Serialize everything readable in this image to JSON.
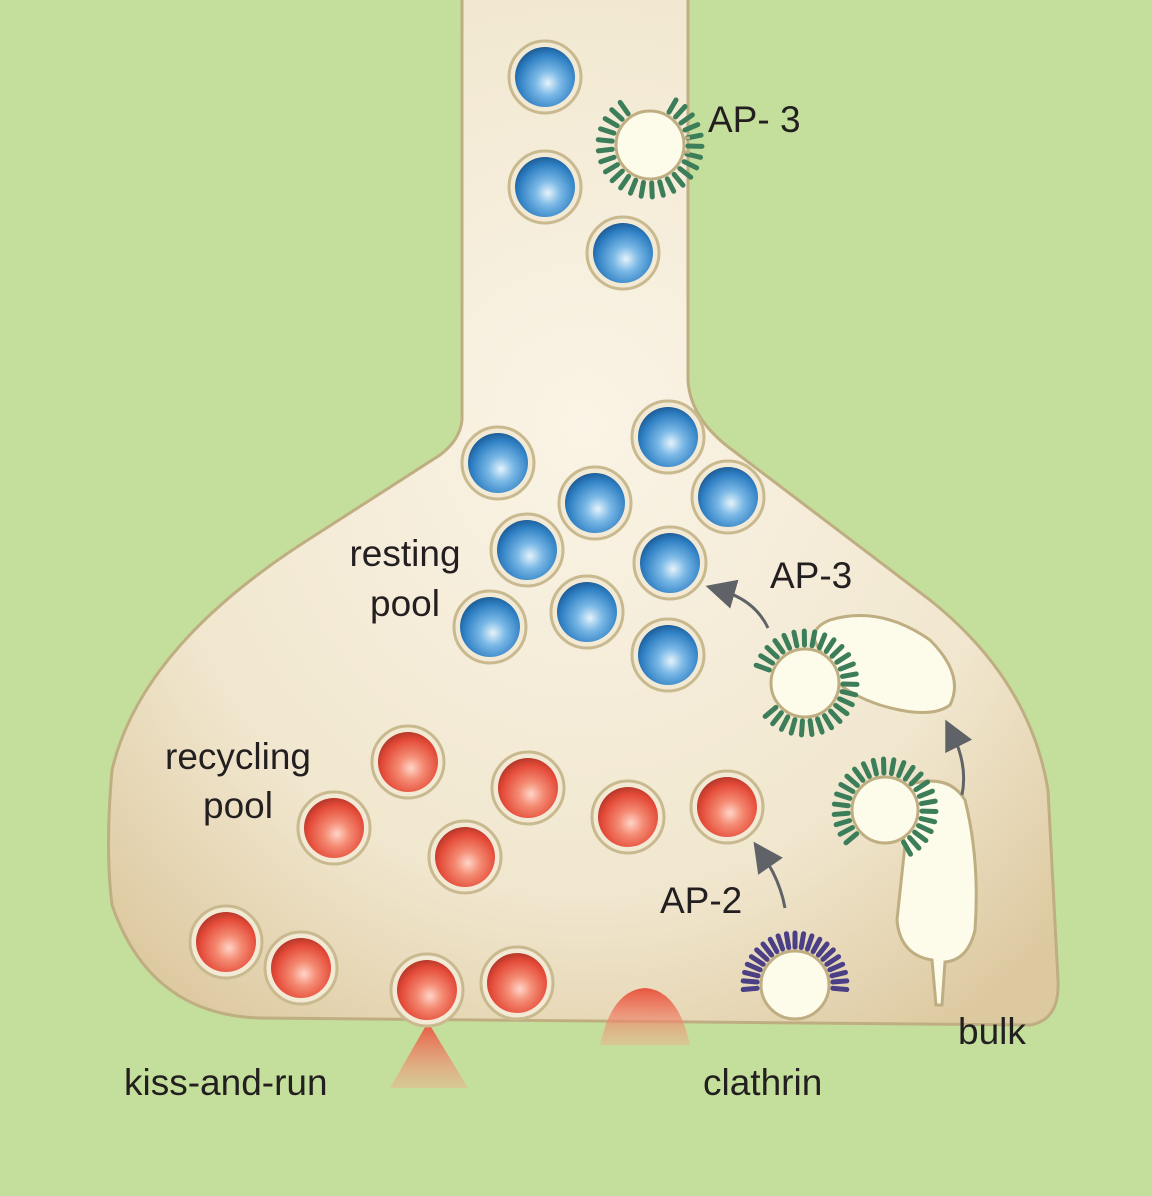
{
  "labels": {
    "ap3_top": "AP- 3",
    "ap3_mid": "AP-3",
    "ap2": "AP-2",
    "resting_pool_line1": "resting",
    "resting_pool_line2": "pool",
    "recycling_pool_line1": "recycling",
    "recycling_pool_line2": "pool",
    "kiss_and_run": "kiss-and-run",
    "clathrin": "clathrin",
    "bulk": "bulk"
  },
  "colors": {
    "background": "#c4df9b",
    "cytoplasm": "#f3ead6",
    "membrane": "#c9b98f",
    "resting_vesicle": "#3d8fd1",
    "recycling_vesicle": "#ea5a45",
    "ap3_coat": "#3c7e5a",
    "ap2_coat": "#4b3f86",
    "arrow": "#5f6368"
  },
  "icons": {
    "resting_vesicle": "blue-vesicle-icon",
    "recycling_vesicle": "red-vesicle-icon",
    "coat": "coat-spikes-icon"
  }
}
